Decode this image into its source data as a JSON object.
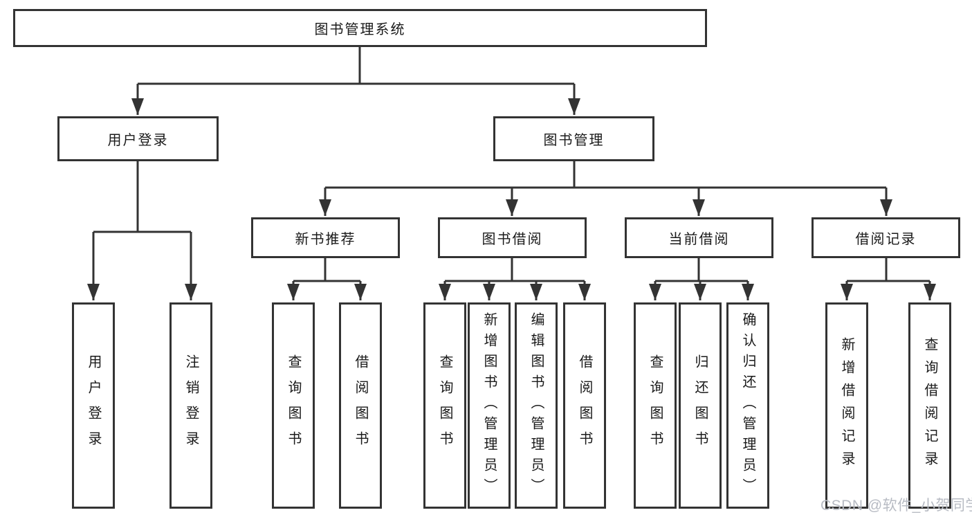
{
  "tree": {
    "root": {
      "label": "图书管理系统"
    },
    "children": [
      {
        "label": "用户登录",
        "children": [
          {
            "label": "用户登录"
          },
          {
            "label": "注销登录"
          }
        ]
      },
      {
        "label": "图书管理",
        "children": [
          {
            "label": "新书推荐",
            "children": [
              {
                "label": "查询图书"
              },
              {
                "label": "借阅图书"
              }
            ]
          },
          {
            "label": "图书借阅",
            "children": [
              {
                "label": "查询图书"
              },
              {
                "label": "新增图书（管理员）"
              },
              {
                "label": "编辑图书（管理员）"
              },
              {
                "label": "借阅图书"
              }
            ]
          },
          {
            "label": "当前借阅",
            "children": [
              {
                "label": "查询图书"
              },
              {
                "label": "归还图书"
              },
              {
                "label": "确认归还（管理员）"
              }
            ]
          },
          {
            "label": "借阅记录",
            "children": [
              {
                "label": "新增借阅记录"
              },
              {
                "label": "查询借阅记录"
              }
            ]
          }
        ]
      }
    ]
  },
  "watermark": {
    "text": "CSDN @软件_小贺同学"
  },
  "colors": {
    "line": "#333333",
    "text": "#1a1a1a",
    "background": "#ffffff",
    "watermark": "#b7bbc3"
  }
}
